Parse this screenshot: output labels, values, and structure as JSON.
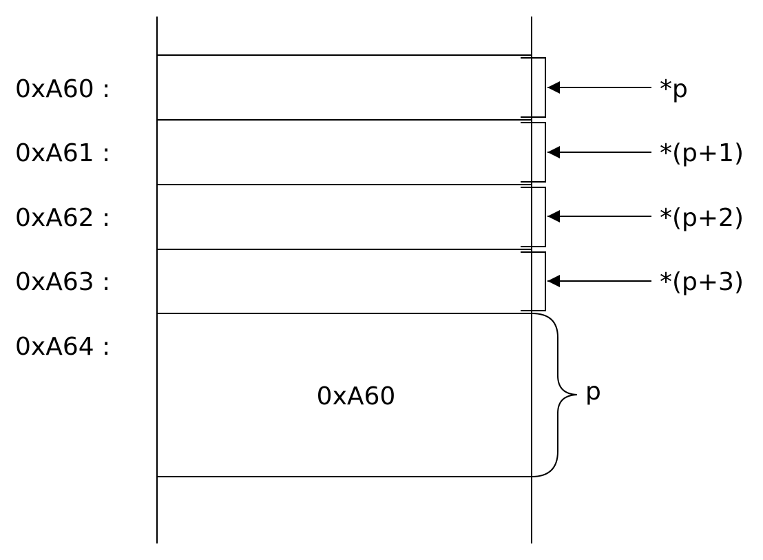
{
  "diagram": {
    "memory_rows": [
      {
        "address": "0xA60 :",
        "pointer_label": "*p"
      },
      {
        "address": "0xA61 :",
        "pointer_label": "*(p+1)"
      },
      {
        "address": "0xA62 :",
        "pointer_label": "*(p+2)"
      },
      {
        "address": "0xA63 :",
        "pointer_label": "*(p+3)"
      }
    ],
    "pointer_row": {
      "address": "0xA64 :",
      "value": "0xA60",
      "variable_name": "p"
    }
  }
}
